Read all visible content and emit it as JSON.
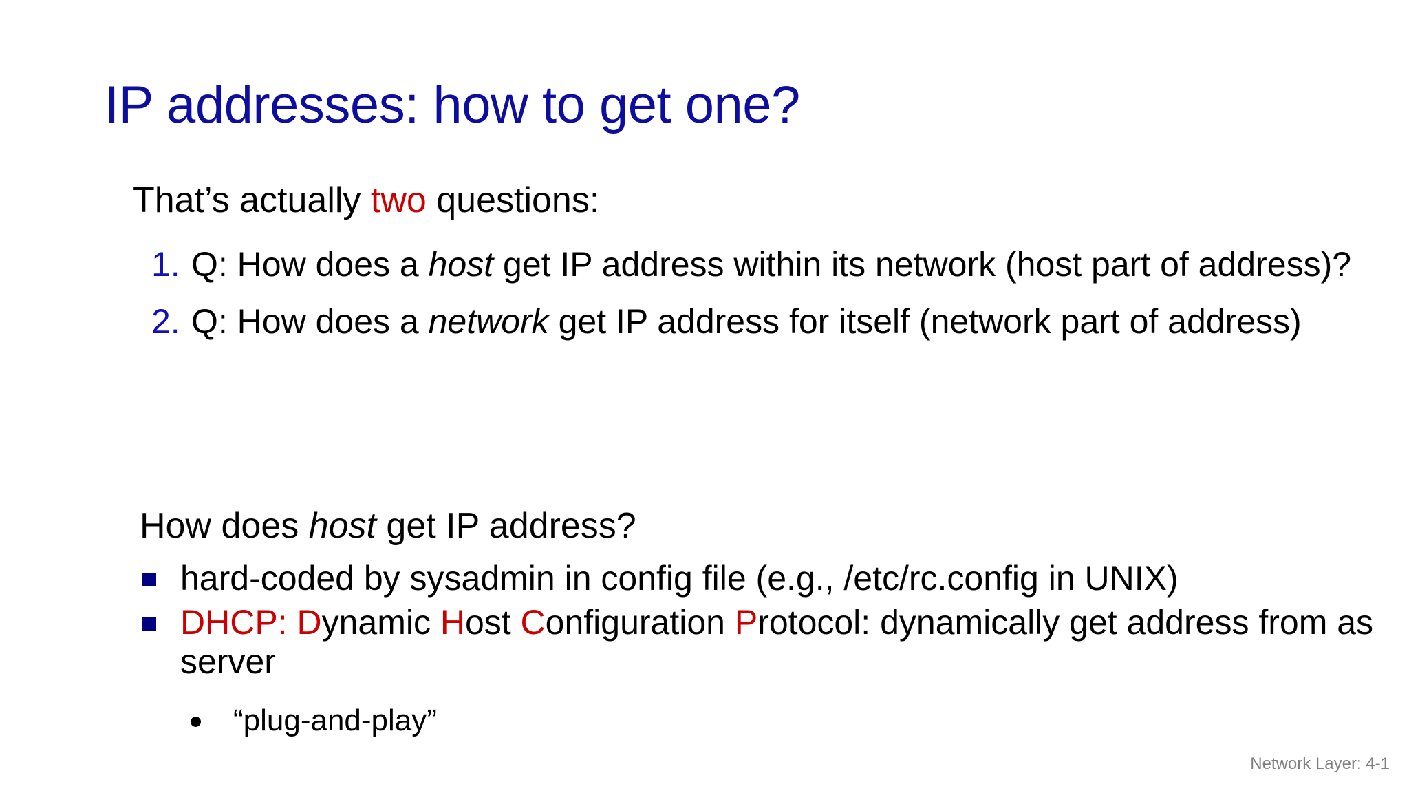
{
  "slide": {
    "title": "IP addresses: how to get one?",
    "lead": {
      "before": "That’s actually ",
      "highlight": "two",
      "after": " questions:"
    },
    "numbered_items": [
      {
        "marker": "1.",
        "part1": "Q: How does a ",
        "emphasis": "host",
        "part2": " get IP address within its network (host part of address)?"
      },
      {
        "marker": "2.",
        "part1": "Q: How does a ",
        "emphasis": "network",
        "part2": " get IP address for itself (network part of address)"
      }
    ],
    "host_heading": {
      "part1": "How does ",
      "emphasis": "host",
      "part2": " get IP address?"
    },
    "bullets": [
      {
        "text": "hard-coded by sysadmin in config file (e.g., /etc/rc.config in UNIX)"
      },
      {
        "acronym": "DHCP: ",
        "d": "D",
        "ynamic": "ynamic ",
        "h": "H",
        "ost": "ost ",
        "c": "C",
        "onfiguration": "onfiguration ",
        "p": "P",
        "rotocol": "rotocol: dynamically get address from as server"
      }
    ],
    "sub_bullets": [
      "“plug-and-play”"
    ],
    "footer": "Network Layer: 4-1",
    "colors": {
      "title_blue": "#0d0d9e",
      "accent_red": "#cc0000",
      "marker_blue": "#1111b5",
      "bullet_navy": "#000080",
      "footer_gray": "#808080",
      "body_black": "#000000",
      "background": "#ffffff"
    }
  }
}
